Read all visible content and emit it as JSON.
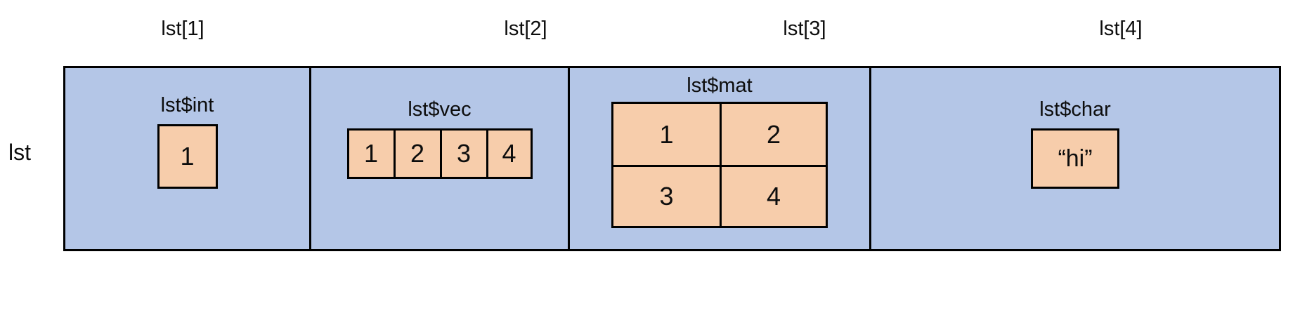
{
  "diagram": {
    "variable_label": "lst",
    "colors": {
      "list_container_fill": "#b4c6e7",
      "cell_fill": "#f7cdab",
      "stroke": "#000000",
      "background": "#ffffff"
    },
    "index_labels": [
      "lst[1]",
      "lst[2]",
      "lst[3]",
      "lst[4]"
    ],
    "elements": [
      {
        "index_label": "lst[1]",
        "field_name": "lst$int",
        "kind": "scalar",
        "values": [
          "1"
        ]
      },
      {
        "index_label": "lst[2]",
        "field_name": "lst$vec",
        "kind": "vector",
        "values": [
          "1",
          "2",
          "3",
          "4"
        ]
      },
      {
        "index_label": "lst[3]",
        "field_name": "lst$mat",
        "kind": "matrix",
        "rows": [
          [
            "1",
            "2"
          ],
          [
            "3",
            "4"
          ]
        ]
      },
      {
        "index_label": "lst[4]",
        "field_name": "lst$char",
        "kind": "character",
        "values": [
          "“hi”"
        ]
      }
    ]
  }
}
